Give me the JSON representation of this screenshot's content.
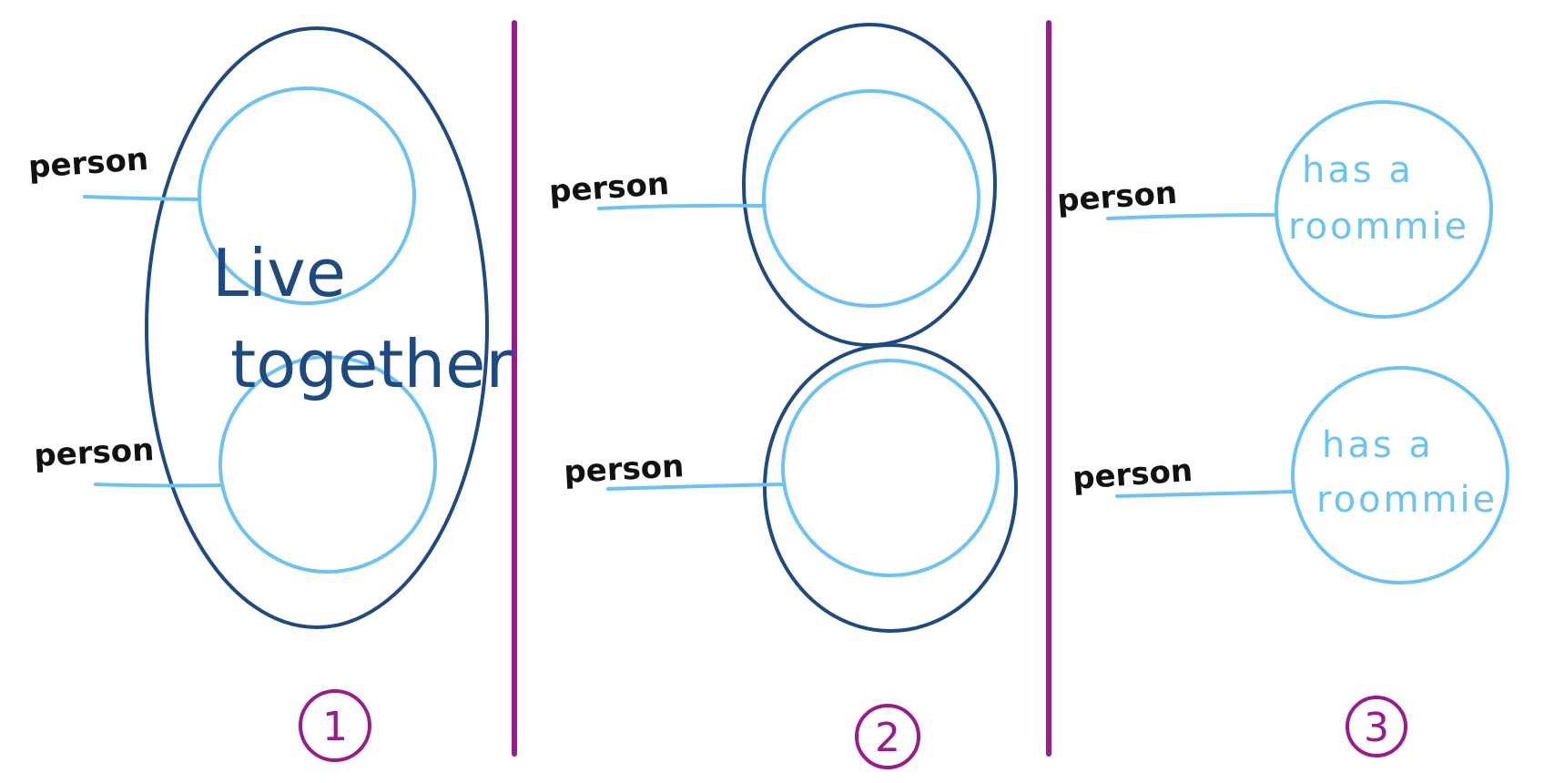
{
  "colors": {
    "background": "#ffffff",
    "outer_shape": "#1f4a80",
    "inner_circle": "#6cc3f2",
    "divider": "#9a1b8c",
    "text": "#111111"
  },
  "panels": [
    {
      "number": "1",
      "outer_label_lines": [
        "Live",
        "together"
      ],
      "people": [
        {
          "label": "person",
          "inner_label_lines": []
        },
        {
          "label": "person",
          "inner_label_lines": []
        }
      ]
    },
    {
      "number": "2",
      "people": [
        {
          "label": "person",
          "inner_label_lines": []
        },
        {
          "label": "person",
          "inner_label_lines": []
        }
      ]
    },
    {
      "number": "3",
      "people": [
        {
          "label": "person",
          "inner_label_lines": [
            "has a",
            "roommie"
          ]
        },
        {
          "label": "person",
          "inner_label_lines": [
            "has a",
            "roommie"
          ]
        }
      ]
    }
  ]
}
